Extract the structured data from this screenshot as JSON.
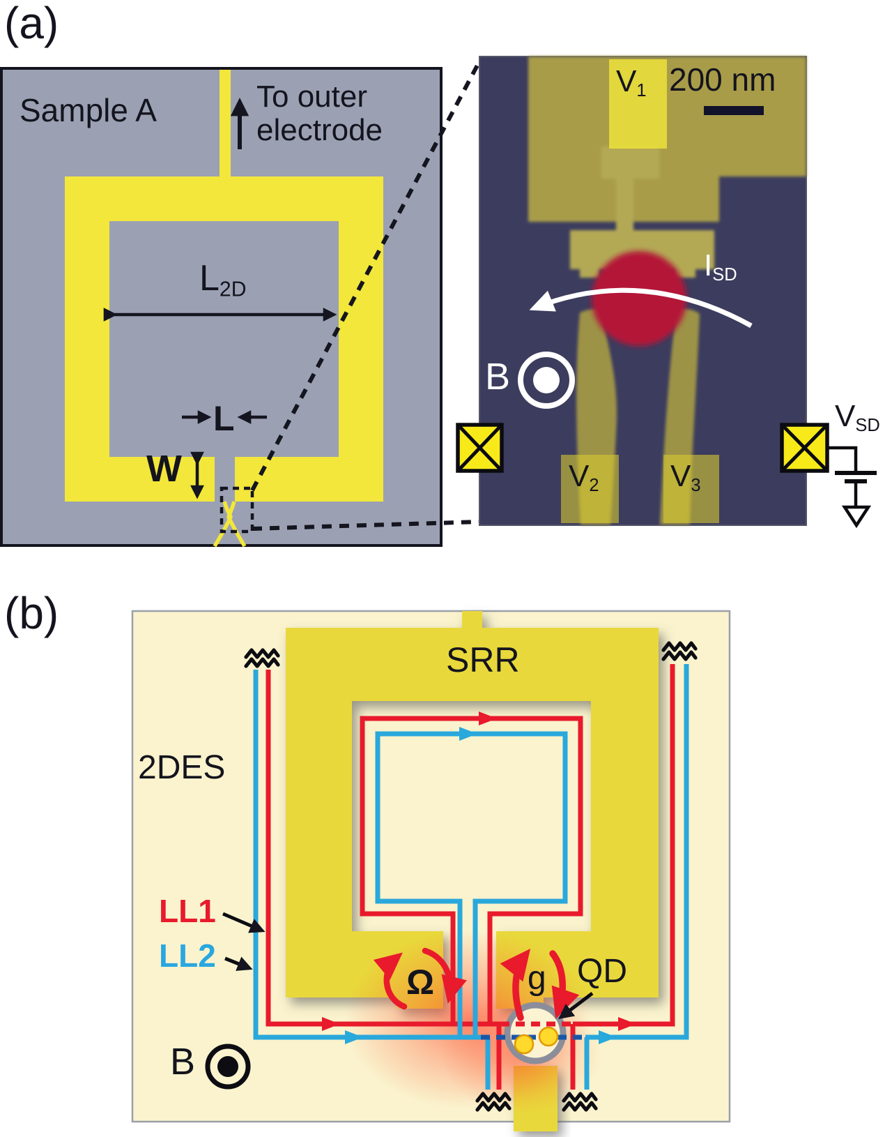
{
  "figure": {
    "panel_a": {
      "tag": "(a)",
      "sample_label": "Sample A",
      "outer_electrode_line1": "To outer",
      "outer_electrode_line2": "electrode",
      "dim_l2d_base": "L",
      "dim_l2d_sub": "2D",
      "dim_l": "L",
      "dim_w": "W",
      "sem": {
        "gate1_base": "V",
        "gate1_sub": "1",
        "gate2_base": "V",
        "gate2_sub": "2",
        "gate3_base": "V",
        "gate3_sub": "3",
        "scale_bar": "200 nm",
        "current_base": "I",
        "current_sub": "SD",
        "field_label": "B",
        "bias_base": "V",
        "bias_sub": "SD"
      }
    },
    "panel_b": {
      "tag": "(b)",
      "srr_label": "SRR",
      "twodes_label": "2DES",
      "ll1_label": "LL1",
      "ll2_label": "LL2",
      "omega_label": "Ω",
      "g_label": "g",
      "qd_label": "QD",
      "field_label": "B"
    },
    "colors": {
      "ring_gold": "#f3e73b",
      "srr_gold": "#e9d83a",
      "sem_navy": "#3c3c5e",
      "sem_olive": "#a89c48",
      "qd_red": "#b41638",
      "ll1_red": "#e81a2c",
      "ll2_blue": "#29a8dc",
      "bg_cream": "#faf3cd",
      "panel_gray": "#9ba1b3"
    }
  }
}
